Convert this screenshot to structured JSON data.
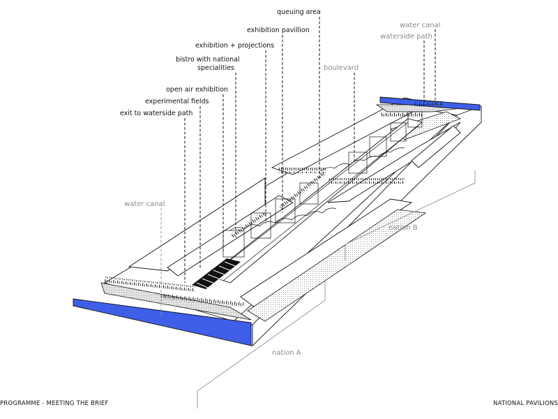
{
  "labels": {
    "queuing_area": "queuing area",
    "exhibition_pavillion": "exhibition pavillion",
    "exhibition_projections": "exhibition + projections",
    "bistro_line1": "bistro with national",
    "bistro_line2": "specialities",
    "open_air_exhibition": "open air exhibition",
    "experimental_fields": "experimental fields",
    "exit_waterside_path": "exit to waterside path",
    "boulevard": "boulevard",
    "water_canal_top": "water canal",
    "waterside_path": "waterside path",
    "water_canal_left": "water canal",
    "nation_a": "nation A",
    "nation_b": "nation B"
  },
  "footer": {
    "left": "PROGRAMME - MEETING THE BRIEF",
    "right": "NATIONAL PAVILIONS"
  },
  "colors": {
    "water": "#3f5fe8",
    "ink": "#111111",
    "annotation_grey": "#8a8a8a"
  }
}
